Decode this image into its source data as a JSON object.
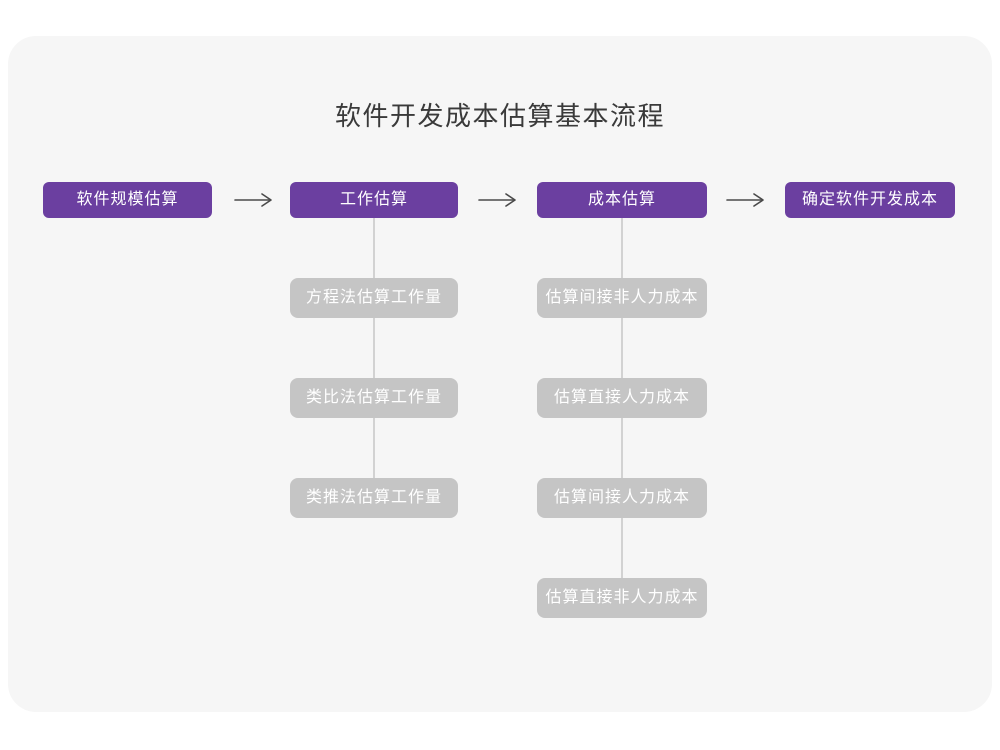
{
  "title": "软件开发成本估算基本流程",
  "main_steps": [
    {
      "label": "软件规模估算"
    },
    {
      "label": "工作估算"
    },
    {
      "label": "成本估算"
    },
    {
      "label": "确定软件开发成本"
    }
  ],
  "sub_columns": [
    {
      "parent": "工作估算",
      "items": [
        {
          "label": "方程法估算工作量"
        },
        {
          "label": "类比法估算工作量"
        },
        {
          "label": "类推法估算工作量"
        }
      ]
    },
    {
      "parent": "成本估算",
      "items": [
        {
          "label": "估算间接非人力成本"
        },
        {
          "label": "估算直接人力成本"
        },
        {
          "label": "估算间接人力成本"
        },
        {
          "label": "估算直接非人力成本"
        }
      ]
    }
  ],
  "colors": {
    "canvas": "#ffffff",
    "card": "#f6f6f6",
    "primary": "#6b3fa0",
    "secondary": "#c5c5c5",
    "connector": "#d2d2d2",
    "arrow": "#4a4a4a",
    "title_text": "#3a3a3a",
    "box_text": "#ffffff"
  }
}
